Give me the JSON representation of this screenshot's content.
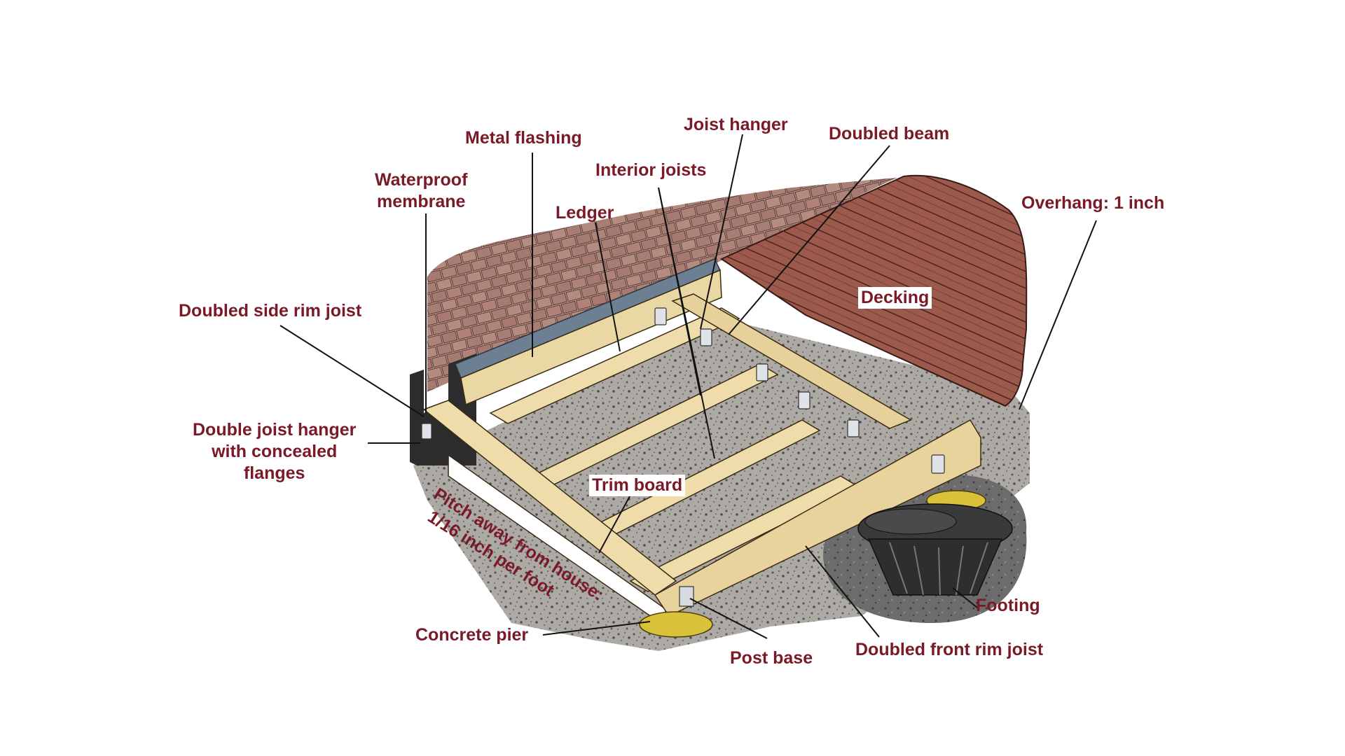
{
  "labels": {
    "metal_flashing": "Metal flashing",
    "joist_hanger": "Joist hanger",
    "doubled_beam": "Doubled beam",
    "interior_joists": "Interior joists",
    "waterproof_membrane_1": "Waterproof",
    "waterproof_membrane_2": "membrane",
    "ledger": "Ledger",
    "overhang": "Overhang: 1 inch",
    "decking": "Decking",
    "doubled_side_rim_joist": "Doubled side rim joist",
    "double_joist_hanger_1": "Double joist hanger",
    "double_joist_hanger_2": "with concealed",
    "double_joist_hanger_3": "flanges",
    "trim_board": "Trim board",
    "pitch_1": "Pitch away from house:",
    "pitch_2": "1/16 inch per foot",
    "footing": "Footing",
    "concrete_pier": "Concrete pier",
    "post_base": "Post base",
    "doubled_front_rim_joist": "Doubled front rim joist"
  },
  "colors": {
    "label_text": "#7a1a28",
    "roof_shingle": "#b8928a",
    "decking": "#9c5a4c",
    "lumber": "#eedcab",
    "gravel": "#a9a6a2",
    "ledger_flashing": "#6d7f93",
    "concrete_pier": "#d9c23a",
    "footing": "#3a3a3a"
  }
}
